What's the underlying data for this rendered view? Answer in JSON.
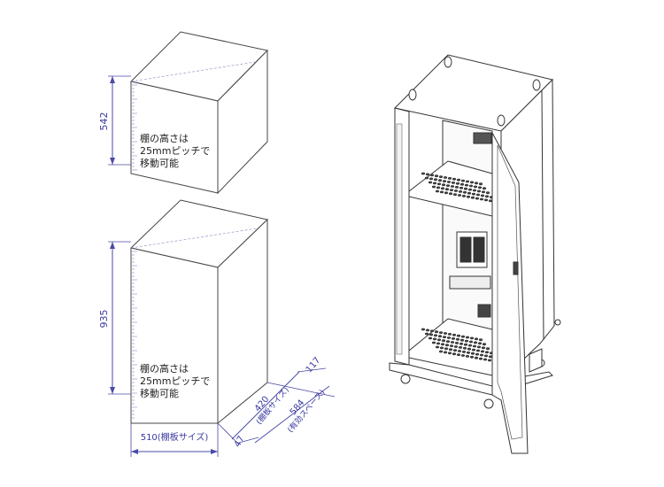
{
  "upper_box": {
    "height_dim": "542",
    "note": [
      "棚の高さは",
      "25mmピッチで",
      "移動可能"
    ]
  },
  "lower_box": {
    "height_dim": "935",
    "note": [
      "棚の高さは",
      "25mmピッチで",
      "移動可能"
    ],
    "width_dim": "510(棚板サイズ)",
    "front_offset_dim": "47",
    "shelf_depth_dim": "420",
    "shelf_depth_sub": "(棚板サイズ)",
    "effective_depth_dim": "584",
    "effective_depth_sub": "(有効スペース)",
    "rear_offset_dim": "117"
  },
  "colors": {
    "line": "#3a3a3a",
    "dimension": "#4a4aa8",
    "dimension_light": "#8a8ad0"
  }
}
